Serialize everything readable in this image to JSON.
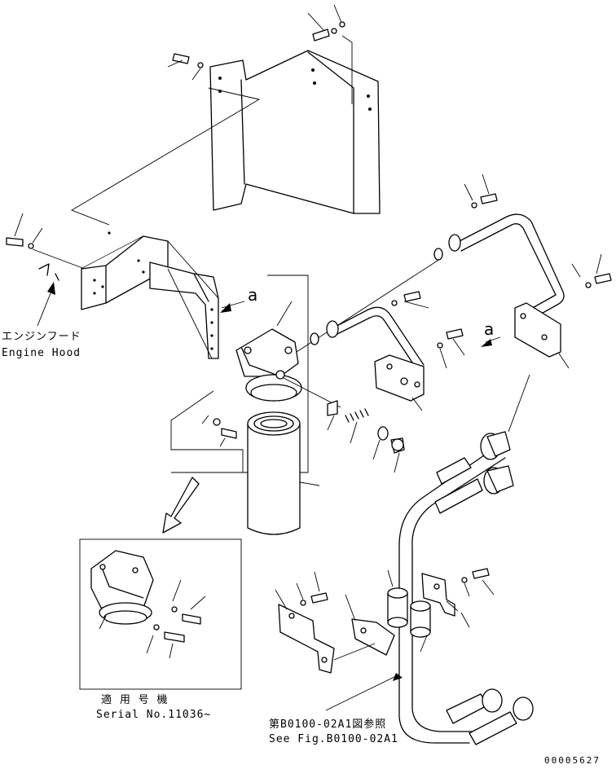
{
  "labels": {
    "engine_hood_jp": "エンジンフード",
    "engine_hood_en": "Engine Hood",
    "view_a_left": "a",
    "view_a_right": "a",
    "applicable_serial_jp": "適 用 号 機",
    "applicable_serial_en": "Serial No.11036~",
    "see_fig_jp": "第B0100-02A1図参照",
    "see_fig_en": "See Fig.B0100-02A1",
    "drawing_number": "00005627"
  },
  "icons": {
    "leader_arrow": "arrow-head",
    "view_arrow": "hollow-arrow"
  }
}
